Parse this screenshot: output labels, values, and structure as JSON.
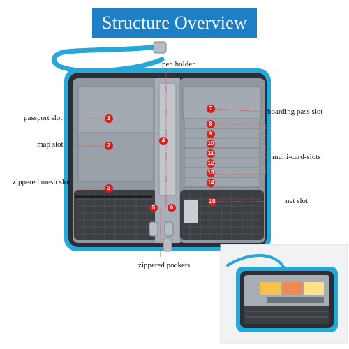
{
  "header": {
    "title": "Structure Overview"
  },
  "colors": {
    "banner": "#1e7fc6",
    "trim": "#27a6d8",
    "fabric": "#9aa2aa",
    "marker": "#d21f1f",
    "leader": "#e15a5a"
  },
  "callouts": [
    {
      "name": "pen-holder",
      "label": "pen holder"
    },
    {
      "name": "passport-slot",
      "label": "passport slot"
    },
    {
      "name": "map-slot",
      "label": "map slot"
    },
    {
      "name": "zippered-mesh-slot",
      "label": "zippered mesh slot"
    },
    {
      "name": "boarding-pass-slot",
      "label": "boarding pass slot"
    },
    {
      "name": "multi-card-slots",
      "label": "multi-card-slots"
    },
    {
      "name": "net-slot",
      "label": "net slot"
    },
    {
      "name": "zippered-pockets",
      "label": "zippered pockets"
    }
  ],
  "markers": [
    "1",
    "2",
    "3",
    "4",
    "5",
    "6",
    "7",
    "8",
    "9",
    "10",
    "11",
    "12",
    "13",
    "14",
    "15"
  ]
}
